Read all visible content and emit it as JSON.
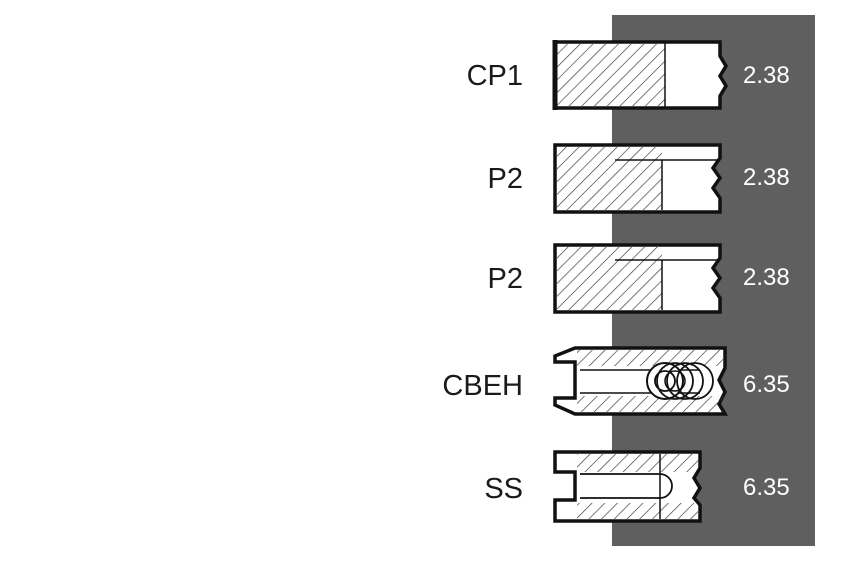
{
  "rings": [
    {
      "label": "CP1",
      "value": "2.38",
      "profile": "compression-bevel"
    },
    {
      "label": "P2",
      "value": "2.38",
      "profile": "compression-step"
    },
    {
      "label": "P2",
      "value": "2.38",
      "profile": "compression-step"
    },
    {
      "label": "CBEH",
      "value": "6.35",
      "profile": "oil-coil-expander"
    },
    {
      "label": "SS",
      "value": "6.35",
      "profile": "oil-slotted"
    }
  ],
  "colors": {
    "background": "#ffffff",
    "band": "#5f5f5f",
    "outline": "#111111",
    "hatch": "#333333",
    "label_text": "#1a1a1a",
    "value_text": "#ffffff"
  }
}
